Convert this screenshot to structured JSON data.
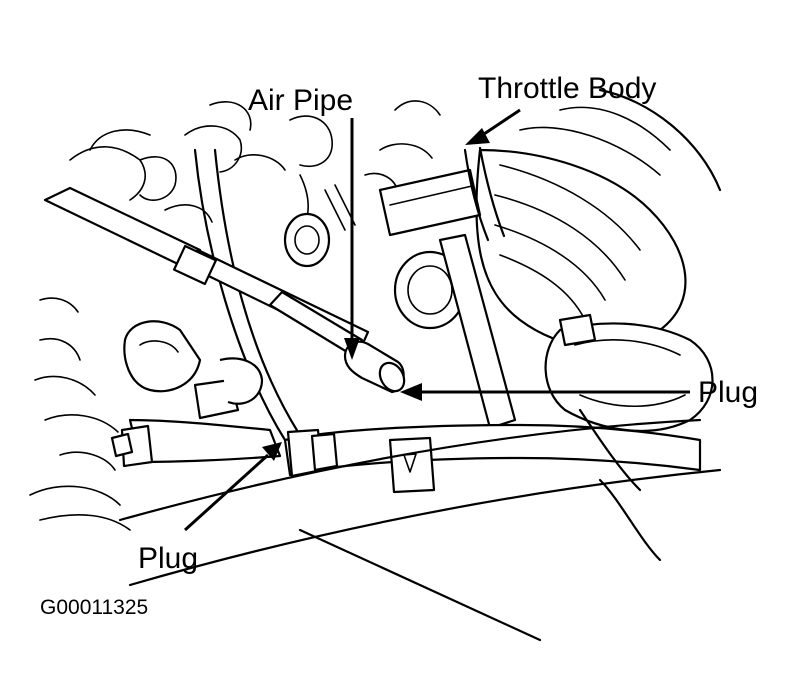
{
  "labels": {
    "air_pipe": "Air Pipe",
    "throttle_body": "Throttle Body",
    "plug_right": "Plug",
    "plug_bottom": "Plug"
  },
  "figure_code": "G00011325",
  "colors": {
    "ink": "#000000",
    "paper": "#ffffff"
  }
}
